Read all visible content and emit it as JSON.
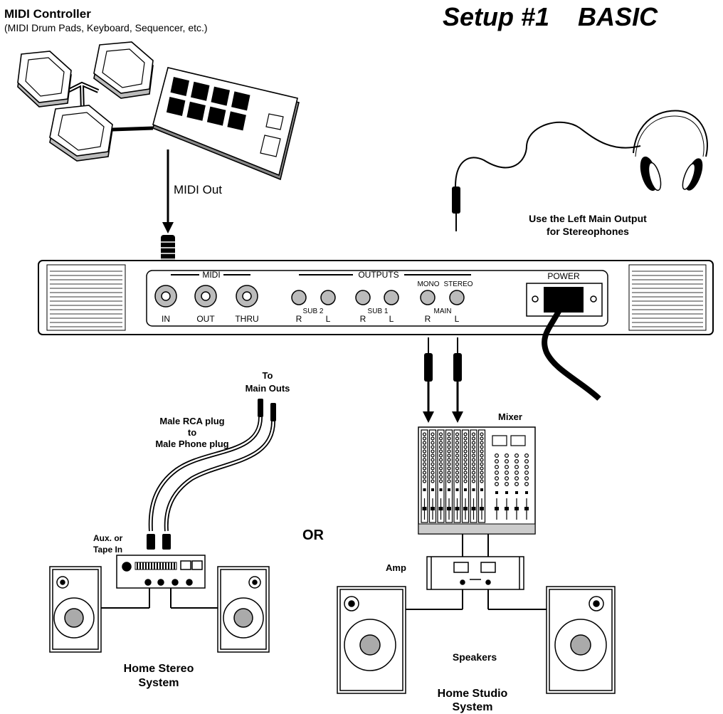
{
  "title": "Setup #1    BASIC",
  "controller": {
    "title": "MIDI Controller",
    "subtitle": "(MIDI Drum Pads, Keyboard, Sequencer, etc.)",
    "midi_out_label": "MIDI Out"
  },
  "headphones": {
    "note_line1": "Use the Left Main Output",
    "note_line2": "for Stereophones"
  },
  "rack": {
    "midi_group": "MIDI",
    "outputs_group": "OUTPUTS",
    "power_label": "POWER",
    "midi_ports": [
      "IN",
      "OUT",
      "THRU"
    ],
    "sub2_label": "SUB 2",
    "sub1_label": "SUB 1",
    "main_label": "MAIN",
    "mono_label": "MONO",
    "stereo_label": "STEREO",
    "r_label": "R",
    "l_label": "L"
  },
  "stereo_path": {
    "to_line1": "To",
    "to_line2": "Main Outs",
    "cable_line1": "Male RCA plug",
    "cable_line2": "to",
    "cable_line3": "Male Phone plug",
    "input_line1": "Aux. or",
    "input_line2": "Tape In",
    "system_line1": "Home Stereo",
    "system_line2": "System"
  },
  "or_label": "OR",
  "studio_path": {
    "mixer_label": "Mixer",
    "amp_label": "Amp",
    "speakers_label": "Speakers",
    "system_line1": "Home Studio",
    "system_line2": "System"
  }
}
